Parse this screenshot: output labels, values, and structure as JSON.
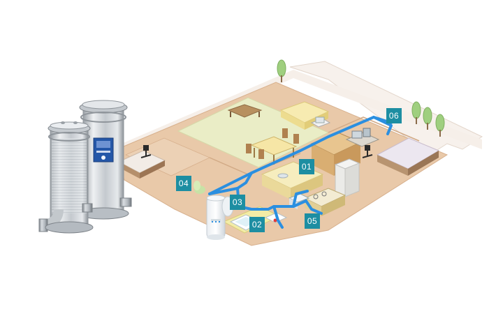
{
  "diagram": {
    "markers": [
      {
        "id": "01",
        "label": "01"
      },
      {
        "id": "02",
        "label": "02"
      },
      {
        "id": "03",
        "label": "03"
      },
      {
        "id": "04",
        "label": "04"
      },
      {
        "id": "05",
        "label": "05"
      },
      {
        "id": "06",
        "label": "06"
      }
    ],
    "unit_panel_text": "",
    "colors": {
      "pipe": "#2b8fe0",
      "marker": "#1d8ea2",
      "floor_wood": "#e8c7a6",
      "tatami": "#e9edc4",
      "counter": "#f5eab0",
      "steel": "#c9cdd1",
      "panel": "#2457a8"
    },
    "icons": [
      "office-chair-icon",
      "tree-icon",
      "plant-icon"
    ]
  }
}
